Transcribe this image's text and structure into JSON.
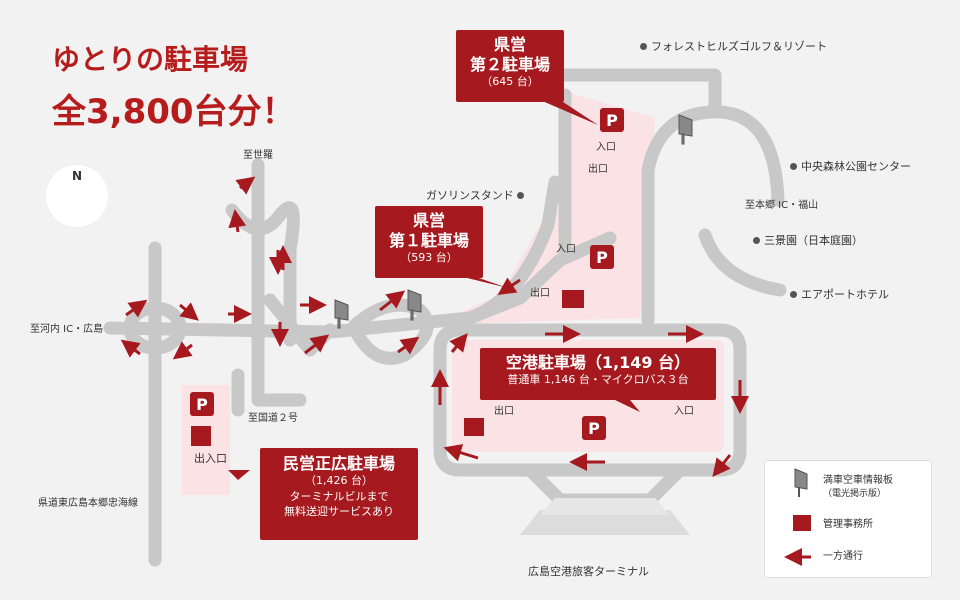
{
  "headline": {
    "line1": "ゆとりの駐車場",
    "line2": "全3,800台分！"
  },
  "compass": {
    "label": "N"
  },
  "places": {
    "golf": "フォレストヒルズゴルフ＆リゾート",
    "park_center": "中央森林公園センター",
    "to_hongo": "至本郷 IC・福山",
    "sankeien": "三景園（日本庭園）",
    "airport_hotel": "エアポートホテル",
    "gas_station": "ガソリンスタンド",
    "to_sera": "至世羅",
    "to_kochi": "至河内 IC・広島",
    "to_route2": "至国道２号",
    "prefectural_road": "県道東広島本郷忠海線",
    "terminal": "広島空港旅客ターミナル"
  },
  "lots": {
    "p2": {
      "name": "県営\n第２駐車場",
      "capacity": "（645 台）",
      "entrance": "入口",
      "exit": "出口"
    },
    "p1": {
      "name": "県営\n第１駐車場",
      "capacity": "（593 台）",
      "entrance": "入口",
      "exit": "出口"
    },
    "airport": {
      "name": "空港駐車場（1,149 台）",
      "detail": "普通車 1,146 台・マイクロバス３台",
      "exit": "出口",
      "entrance": "入口"
    },
    "private": {
      "name": "民営正広駐車場",
      "capacity": "（1,426 台）",
      "note": "ターミナルビルまで\n無料送迎サービスあり",
      "gate": "出入口"
    }
  },
  "legend": {
    "board": "満車空車情報板",
    "board_sub": "（電光掲示版）",
    "office": "管理事務所",
    "oneway": "一方通行"
  },
  "colors": {
    "accent": "#a5191f",
    "road": "#c8c8c8",
    "lot_fill": "#fbe3e5",
    "background": "#f2f2f2"
  }
}
